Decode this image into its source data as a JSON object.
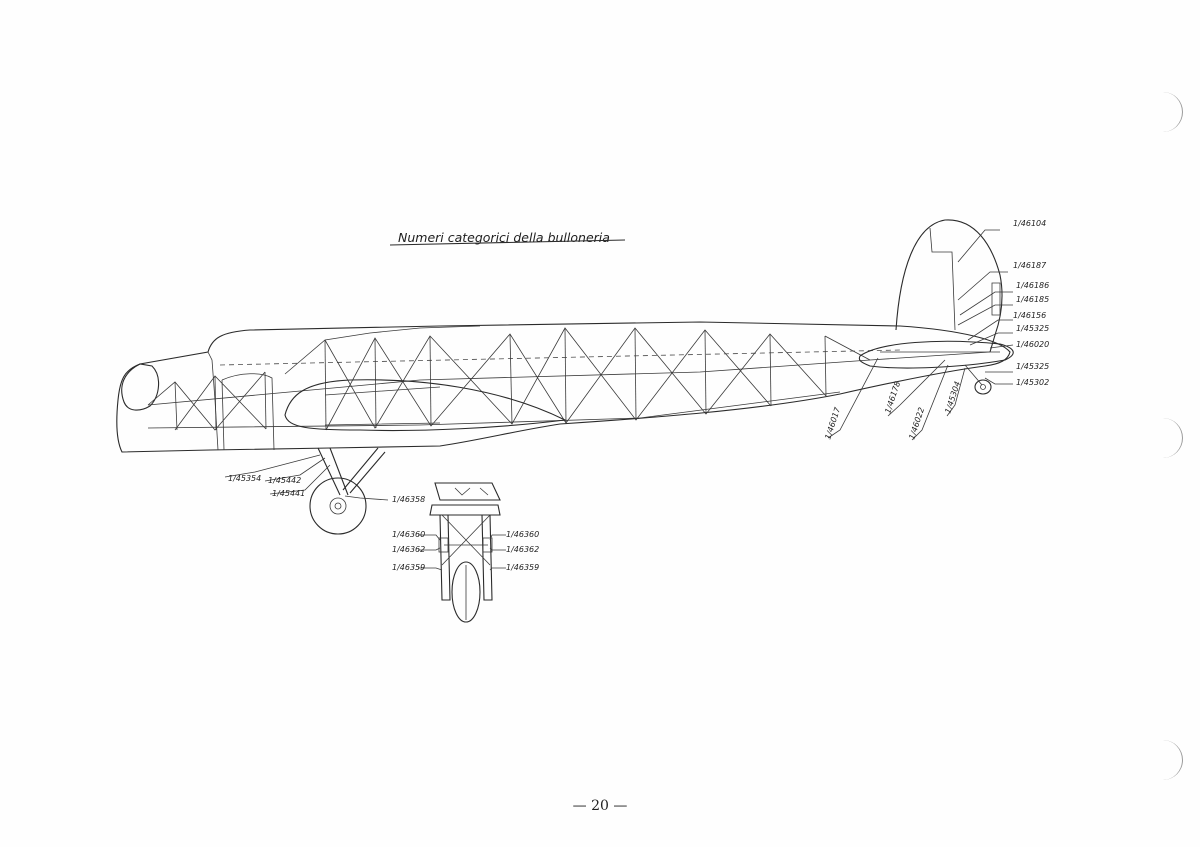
{
  "title": "Numeri categorici della bulloneria",
  "page_number": "— 20 —",
  "part_labels": {
    "p46104": "1/46104",
    "p46187": "1/46187",
    "p46186": "1/46186",
    "p46185": "1/46185",
    "p46156": "1/46156",
    "p45325a": "1/45325",
    "p46020": "1/46020",
    "p45325b": "1/45325",
    "p45302": "1/45302",
    "p46178": "1/46178",
    "p45304": "1/45304",
    "p46017": "1/46017",
    "p46022": "1/46022",
    "p45354": "1/45354",
    "p45442": "1/45442",
    "p45441": "1/45441",
    "p46358": "1/46358",
    "p46360l": "1/46360",
    "p46362l": "1/46362",
    "p46359l": "1/46359",
    "p46360r": "1/46360",
    "p46362r": "1/46362",
    "p46359r": "1/46359"
  }
}
